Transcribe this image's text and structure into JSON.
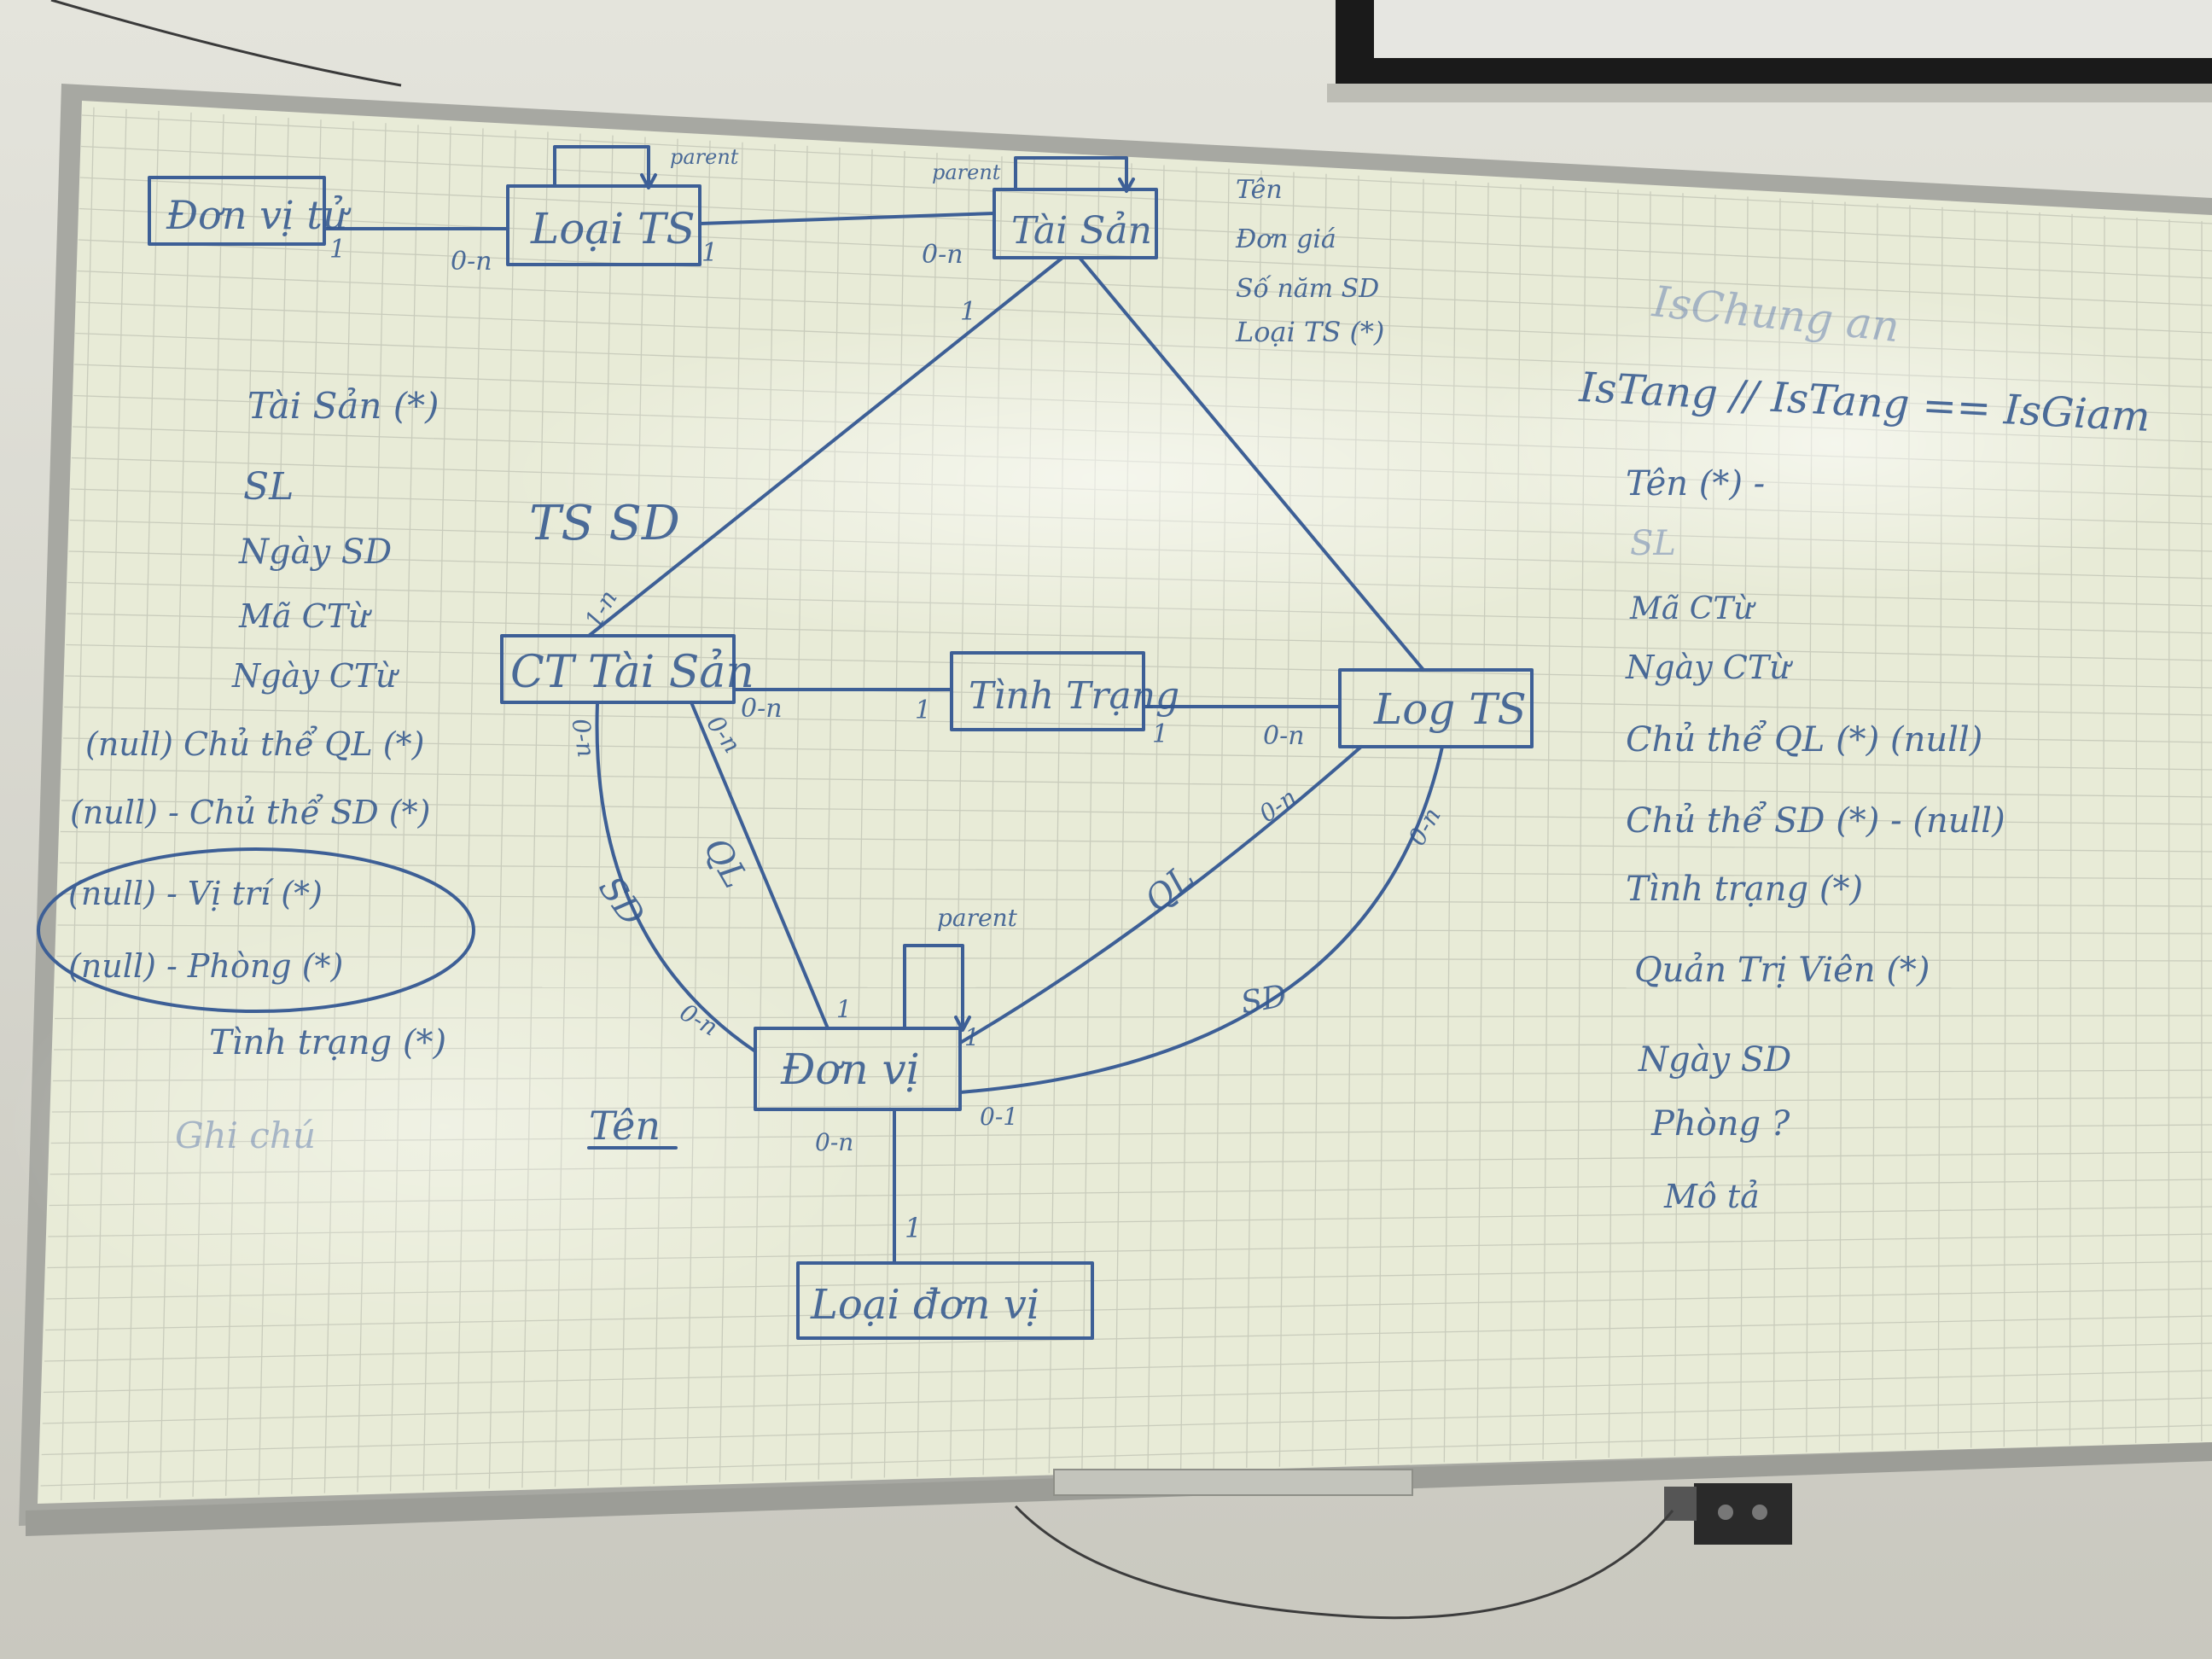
{
  "diagram": {
    "entities": {
      "don_vi_tu": "Đơn vị tử",
      "loai_ts": "Loại TS",
      "tai_san": "Tài Sản",
      "ct_tai_san": "CT Tài Sản",
      "tinh_trang": "Tình Trạng",
      "log_ts": "Log TS",
      "don_vi": "Đơn vị",
      "loai_don_vi": "Loại đơn vị"
    },
    "relation_labels": {
      "parent_loai_ts": "parent",
      "parent_tai_san": "parent",
      "parent_don_vi": "parent",
      "ts_sd": "TS SD",
      "sd_ct": "SD",
      "ql_ct": "QL",
      "ql_log": "QL",
      "sd_log": "SD",
      "ten_under": "Tên"
    },
    "cardinalities": {
      "dvt_right": "1",
      "loaits_left": "0-n",
      "loaits_right": "1",
      "taisan_left": "0-n",
      "taisan_diag": "1",
      "ct_top": "1-n",
      "ct_right": "0-n",
      "tt_left": "1",
      "tt_right": "1",
      "log_left": "0-n",
      "ct_sd": "0-n",
      "ct_ql": "0-n",
      "dv_left": "0-n",
      "dv_up": "1",
      "dv_parent": "1",
      "log_ql": "0-n",
      "log_sd": "0-n",
      "dv_right": "0-1",
      "dv_bottom": "0-n",
      "ldv_top": "1"
    }
  },
  "tai_san_attrs": [
    "Tên",
    "Đơn giá",
    "Số năm SD",
    "Loại TS (*)"
  ],
  "left_notes": [
    "Tài Sản (*)",
    "SL",
    "Ngày SD",
    "Mã CTừ",
    "Ngày CTừ",
    "(null)  Chủ thể QL (*)",
    "(null) - Chủ thể SD (*)",
    "(null) - Vị trí (*)",
    "(null) - Phòng (*)",
    "Tình trạng (*)",
    "Ghi chú"
  ],
  "right_notes": {
    "title": "IsChung an",
    "is_tang": "IsTang   // IsTang == IsGiam",
    "items": [
      "Tên (*) -",
      "SL",
      "Mã CTừ",
      "Ngày CTừ",
      "Chủ thể QL (*)   (null)",
      "Chủ thể SD (*)  - (null)",
      "Tình trạng (*)",
      "Quản Trị Viên (*)",
      "Ngày SD",
      "Phòng ?",
      "Mô tả"
    ]
  },
  "colors": {
    "wall": "#d6d6cc",
    "board": "#e9ecd8",
    "frame": "#a9aaa4",
    "ink": "#3d5f96",
    "grid": "#c9ccbc"
  }
}
